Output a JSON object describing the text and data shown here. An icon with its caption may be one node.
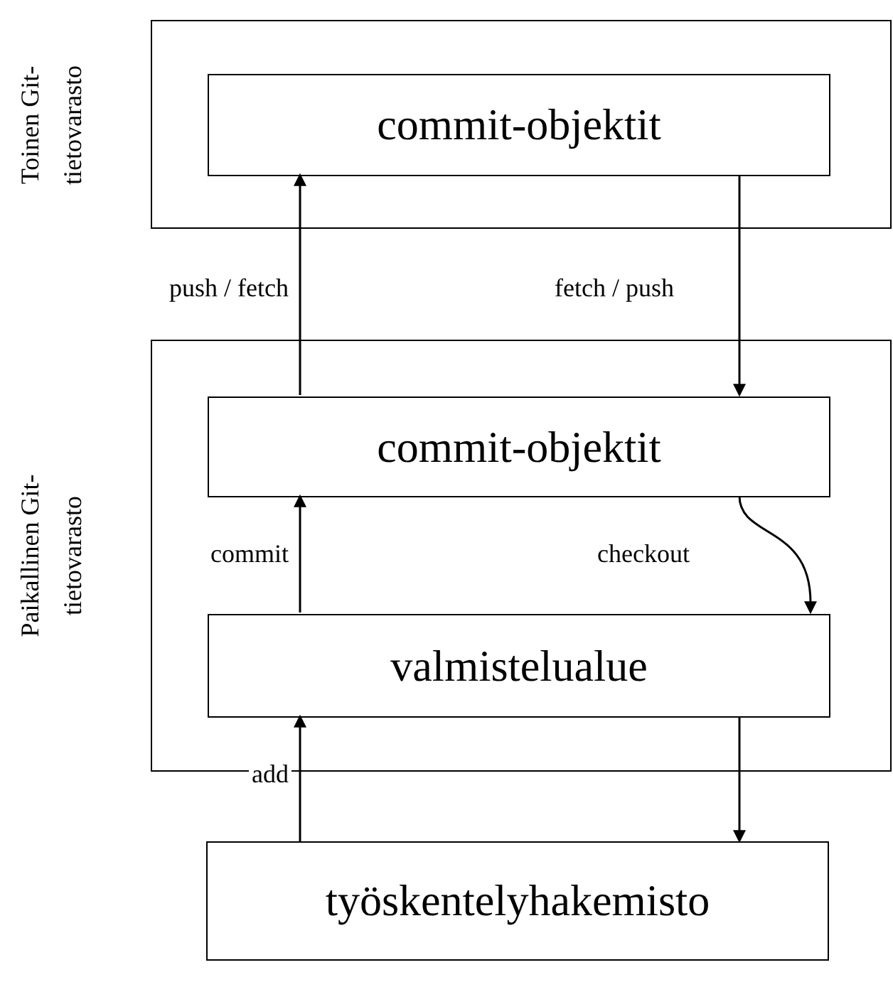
{
  "diagram": {
    "nodes": [
      {
        "text": [
          "Toinen Git-tietovarasto"
        ]
      },
      {
        "text": [
          "commit-objektit"
        ],
        "in": 0
      },
      {
        "text": [
          "Paikallinen Git-tietovarasto"
        ]
      },
      {
        "text": [
          "commit-objektit"
        ],
        "in": 2
      },
      {
        "text": [
          "valmistelualue"
        ],
        "in": 2
      },
      {
        "text": [
          "työskentelyhakemisto"
        ]
      }
    ],
    "edges": [
      {
        "from": 3,
        "to": 1,
        "arrow": "to",
        "label": "push / fetch"
      },
      {
        "from": 1,
        "to": 3,
        "arrow": "to",
        "label": "fetch / push"
      },
      {
        "from": 4,
        "to": 3,
        "arrow": "to",
        "label": "commit"
      },
      {
        "from": 3,
        "to": 4,
        "arrow": "to",
        "label": "checkout"
      },
      {
        "from": 4,
        "to": 5,
        "arrow": "to"
      },
      {
        "from": 5,
        "to": 4,
        "arrow": "to",
        "label": "add"
      }
    ]
  }
}
